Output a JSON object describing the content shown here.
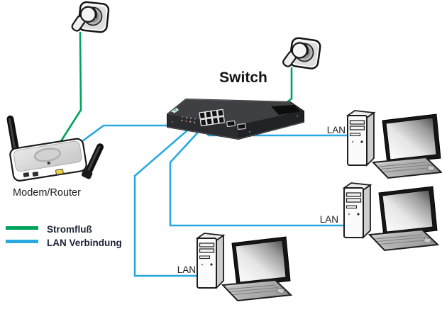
{
  "colors": {
    "power": "#00a35c",
    "lan": "#2aa8e0"
  },
  "labels": {
    "switch": "Switch",
    "modem": "Modem/Router"
  },
  "computers": [
    {
      "label": "LAN"
    },
    {
      "label": "LAN"
    },
    {
      "label": "LAN"
    }
  ],
  "legend": [
    {
      "label": "Stromfluß",
      "color": "#00a35c"
    },
    {
      "label": "LAN Verbindung",
      "color": "#2aa8e0"
    }
  ]
}
